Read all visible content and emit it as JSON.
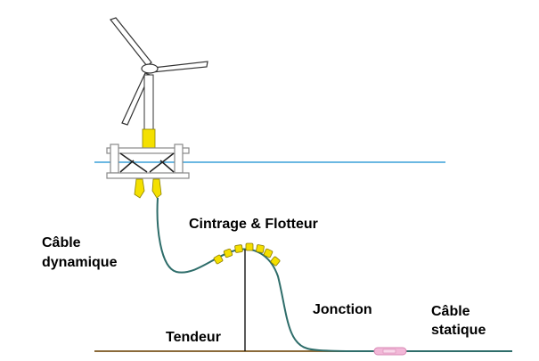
{
  "labels": {
    "dynamic_cable_line1": "Câble",
    "dynamic_cable_line2": "dynamique",
    "bend_float": "Cintrage & Flotteur",
    "tensioner": "Tendeur",
    "junction": "Jonction",
    "static_cable_line1": "Câble",
    "static_cable_line2": "statique"
  },
  "colors": {
    "sea_surface": "#3aa0d8",
    "seabed": "#8b6a3a",
    "cable": "#2e6d6a",
    "float": "#f4df00",
    "tower": "#f4e000",
    "junction": "#f2b8d8",
    "structure": "#888888",
    "text": "#000000"
  }
}
